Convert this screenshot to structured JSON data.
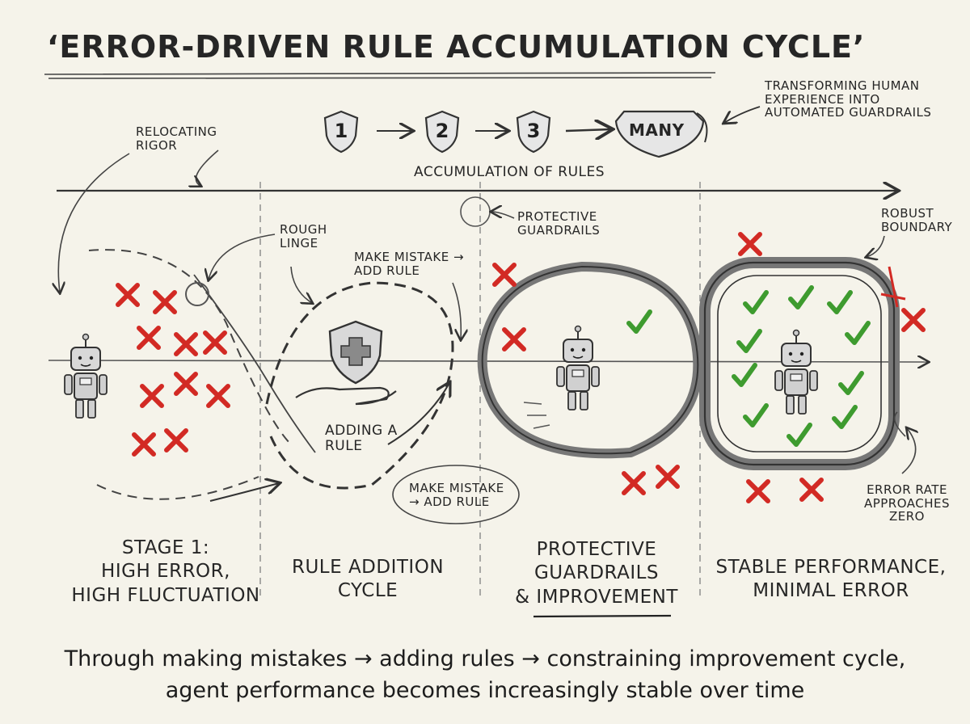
{
  "title": "‘Error-Driven Rule Accumulation Cycle’",
  "accumulation": {
    "steps": [
      "1",
      "2",
      "3",
      "MANY"
    ],
    "label": "Accumulation of Rules",
    "note": "Transforming human experience into automated guardrails"
  },
  "annotations": {
    "relocating_rigor": "Relocating rigor",
    "rough_linge": "Rough linge",
    "make_mistake_top": "Make mistake → Add rule",
    "make_mistake_bottom": "Make mistake → Add rule",
    "protective_guardrails": "Protective guardrails",
    "robust_boundary": "Robust boundary",
    "adding_rule": "Adding a rule",
    "error_rate": "Error rate approaches zero"
  },
  "stages": [
    {
      "line1": "Stage 1:",
      "line2": "High error,",
      "line3": "High fluctuation"
    },
    {
      "line1": "Rule addition",
      "line2": "cycle"
    },
    {
      "line1": "Protective",
      "line2": "guardrails",
      "line3": "& improvement"
    },
    {
      "line1": "Stable performance,",
      "line2": "minimal error"
    }
  ],
  "footer": {
    "line1": "Through making mistakes → adding rules → constraining improvement cycle,",
    "line2": "agent performance becomes increasingly stable over time"
  },
  "colors": {
    "error": "#d22a24",
    "success": "#3e9b2f",
    "ink": "#262626",
    "paper": "#f5f3ea"
  }
}
